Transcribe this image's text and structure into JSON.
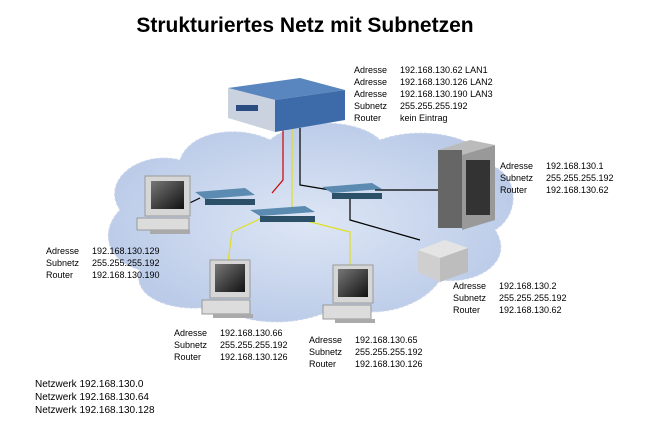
{
  "title": "Strukturiertes Netz mit Subnetzen",
  "router": {
    "rows": [
      [
        "Adresse",
        "192.168.130.62 LAN1"
      ],
      [
        "Adresse",
        "192.168.130.126 LAN2"
      ],
      [
        "Adresse",
        "192.168.130.190 LAN3"
      ],
      [
        "Subnetz",
        "255.255.255.192"
      ],
      [
        "Router",
        "kein Eintrag"
      ]
    ]
  },
  "server": {
    "rows": [
      [
        "Adresse",
        "192.168.130.1"
      ],
      [
        "Subnetz",
        "255.255.255.192"
      ],
      [
        "Router",
        "192.168.130.62"
      ]
    ]
  },
  "printer": {
    "rows": [
      [
        "Adresse",
        "192.168.130.2"
      ],
      [
        "Subnetz",
        "255.255.255.192"
      ],
      [
        "Router",
        "192.168.130.62"
      ]
    ]
  },
  "pc_left": {
    "rows": [
      [
        "Adresse",
        "192.168.130.129"
      ],
      [
        "Subnetz",
        "255.255.255.192"
      ],
      [
        "Router",
        "192.168.130.190"
      ]
    ]
  },
  "pc_mid": {
    "rows": [
      [
        "Adresse",
        "192.168.130.66"
      ],
      [
        "Subnetz",
        "255.255.255.192"
      ],
      [
        "Router",
        "192.168.130.126"
      ]
    ]
  },
  "pc_right": {
    "rows": [
      [
        "Adresse",
        "192.168.130.65"
      ],
      [
        "Subnetz",
        "255.255.255.192"
      ],
      [
        "Router",
        "192.168.130.126"
      ]
    ]
  },
  "networks": [
    "Netzwerk 192.168.130.0",
    "Netzwerk 192.168.130.64",
    "Netzwerk 192.168.130.128"
  ]
}
